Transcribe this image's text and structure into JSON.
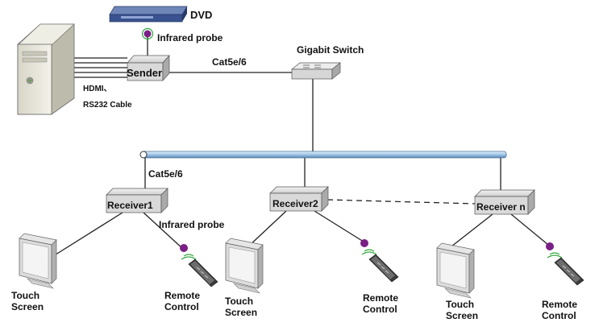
{
  "devices": {
    "dvd": "DVD",
    "sender": "Sender",
    "switch": "Gigabit Switch",
    "receiver1": "Receiver1",
    "receiver2": "Receiver2",
    "receiverN": "Receiver n"
  },
  "labels": {
    "infrared_probe_top": "Infrared probe",
    "infrared_probe_r1": "Infrared probe",
    "cat_sender": "Cat5e/6",
    "cat_receiver1": "Cat5e/6",
    "hdmi": "HDMI、",
    "rs232": "RS232 Cable"
  },
  "endpoints": {
    "touch_line1": "Touch",
    "touch_line2": "Screen",
    "remote_line1": "Remote",
    "remote_line2": "Control"
  },
  "colors": {
    "probe": "#7a1f86",
    "probe_ring": "#2fa63a",
    "backbone": "#b9d6f2",
    "box_face": "#d9d9d9"
  }
}
